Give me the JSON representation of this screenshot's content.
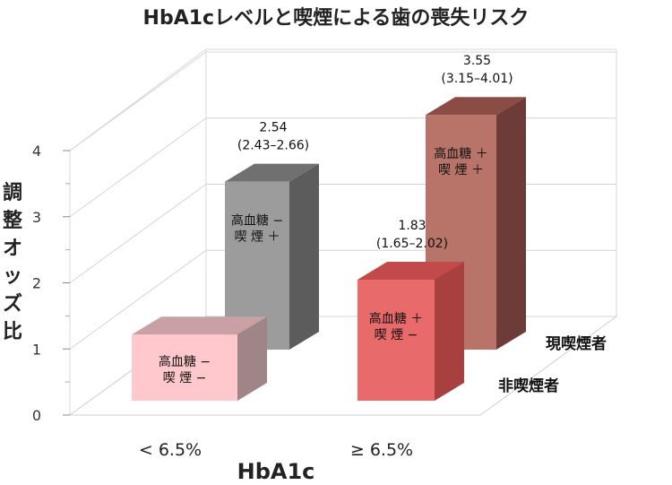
{
  "chart_data": {
    "type": "bar",
    "title": "HbA1cレベルと喫煙による歯の喪失リスク",
    "xlabel": "HbA1c",
    "ylabel": "調整オッズ比",
    "ylim": [
      0,
      4
    ],
    "yticks": [
      "0",
      "1",
      "2",
      "3",
      "4"
    ],
    "categories": [
      "< 6.5%",
      "≥ 6.5%"
    ],
    "series_names": [
      "非喫煙者",
      "現喫煙者"
    ],
    "points": [
      {
        "category": "< 6.5%",
        "series": "非喫煙者",
        "value": 1.0,
        "inner_label": [
          "高血糖 −",
          "喫 煙 −"
        ],
        "value_label": "",
        "ci_label": "",
        "color_front": "#ffc8cc",
        "color_side": "#9f8588",
        "color_top": "#c9a0a3"
      },
      {
        "category": "< 6.5%",
        "series": "現喫煙者",
        "value": 2.54,
        "inner_label": [
          "高血糖 −",
          "喫 煙 ＋"
        ],
        "value_label": "2.54",
        "ci_label": "(2.43–2.66)",
        "color_front": "#9c9c9c",
        "color_side": "#5c5c5c",
        "color_top": "#707070"
      },
      {
        "category": "≥ 6.5%",
        "series": "非喫煙者",
        "value": 1.83,
        "inner_label": [
          "高血糖 ＋",
          "喫 煙 −"
        ],
        "value_label": "1.83",
        "ci_label": "(1.65–2.02)",
        "color_front": "#e86a6a",
        "color_side": "#a84040",
        "color_top": "#c24a4a"
      },
      {
        "category": "≥ 6.5%",
        "series": "現喫煙者",
        "value": 3.55,
        "inner_label": [
          "高血糖 ＋",
          "喫 煙 ＋"
        ],
        "value_label": "3.55",
        "ci_label": "(3.15–4.01)",
        "color_front": "#b87468",
        "color_side": "#6e3c38",
        "color_top": "#8b4c46"
      }
    ],
    "grid": true,
    "view": "3d"
  }
}
